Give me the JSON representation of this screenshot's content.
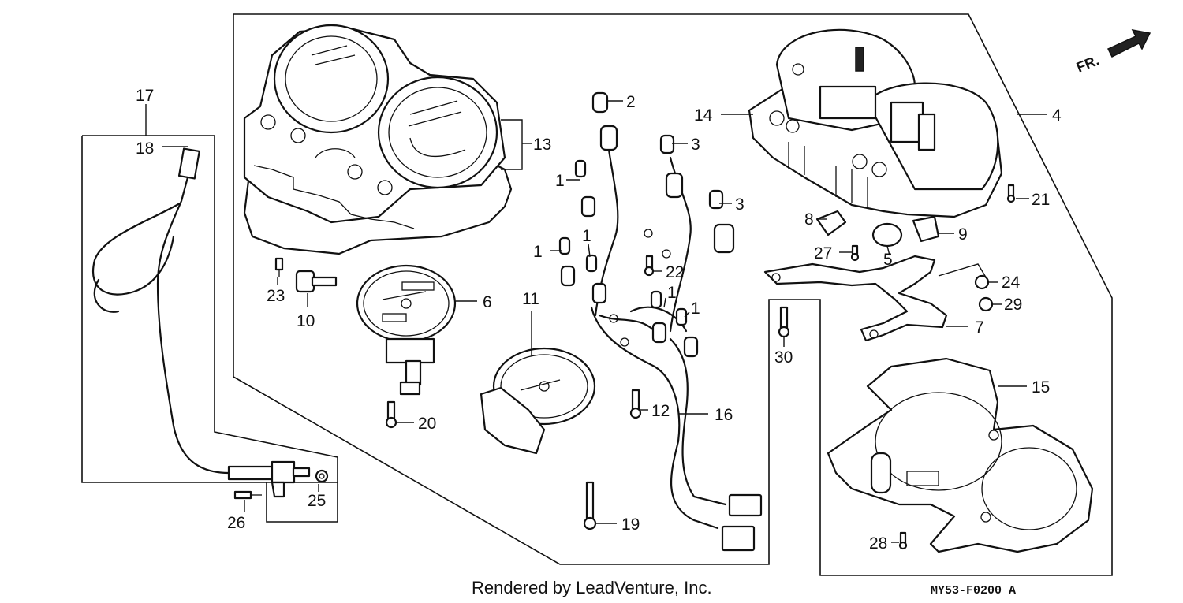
{
  "callouts": [
    {
      "id": "p17",
      "label": "17"
    },
    {
      "id": "p18",
      "label": "18"
    },
    {
      "id": "p13",
      "label": "13"
    },
    {
      "id": "p2",
      "label": "2"
    },
    {
      "id": "p3a",
      "label": "3"
    },
    {
      "id": "p3b",
      "label": "3"
    },
    {
      "id": "p1a",
      "label": "1"
    },
    {
      "id": "p1b",
      "label": "1"
    },
    {
      "id": "p1c",
      "label": "1"
    },
    {
      "id": "p1d",
      "label": "1"
    },
    {
      "id": "p1e",
      "label": "1"
    },
    {
      "id": "p14",
      "label": "14"
    },
    {
      "id": "p4",
      "label": "4"
    },
    {
      "id": "p21",
      "label": "21"
    },
    {
      "id": "p8",
      "label": "8"
    },
    {
      "id": "p9",
      "label": "9"
    },
    {
      "id": "p27",
      "label": "27"
    },
    {
      "id": "p5",
      "label": "5"
    },
    {
      "id": "p24",
      "label": "24"
    },
    {
      "id": "p29",
      "label": "29"
    },
    {
      "id": "p7",
      "label": "7"
    },
    {
      "id": "p22",
      "label": "22"
    },
    {
      "id": "p23",
      "label": "23"
    },
    {
      "id": "p10",
      "label": "10"
    },
    {
      "id": "p6",
      "label": "6"
    },
    {
      "id": "p11",
      "label": "11"
    },
    {
      "id": "p30",
      "label": "30"
    },
    {
      "id": "p15",
      "label": "15"
    },
    {
      "id": "p12",
      "label": "12"
    },
    {
      "id": "p16",
      "label": "16"
    },
    {
      "id": "p20",
      "label": "20"
    },
    {
      "id": "p19",
      "label": "19"
    },
    {
      "id": "p25",
      "label": "25"
    },
    {
      "id": "p26",
      "label": "26"
    },
    {
      "id": "p28",
      "label": "28"
    }
  ],
  "direction_label": "FR.",
  "credit": "Rendered by LeadVenture, Inc.",
  "diagram_code": "MY53-F0200 A"
}
